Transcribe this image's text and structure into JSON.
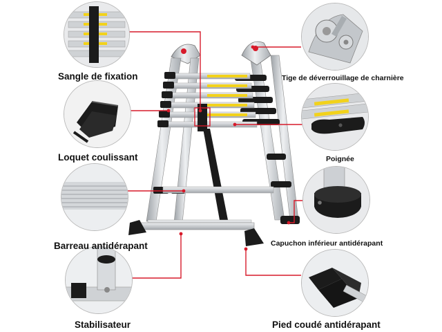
{
  "labels": {
    "sangle": "Sangle de fixation",
    "tige": "Tige de déverrouillage de charnière",
    "loquet": "Loquet coulissant",
    "poignee": "Poignée",
    "barreau": "Barreau antidérapant",
    "capuchon": "Capuchon inférieur antidérapant",
    "stabilisateur": "Stabilisateur",
    "pied": "Pied coudé antidérapant"
  },
  "colors": {
    "connector": "#d71a2a",
    "aluminium": "#c9ccd0",
    "rubber": "#1a1a1a",
    "label_yellow": "#f2d21b"
  }
}
